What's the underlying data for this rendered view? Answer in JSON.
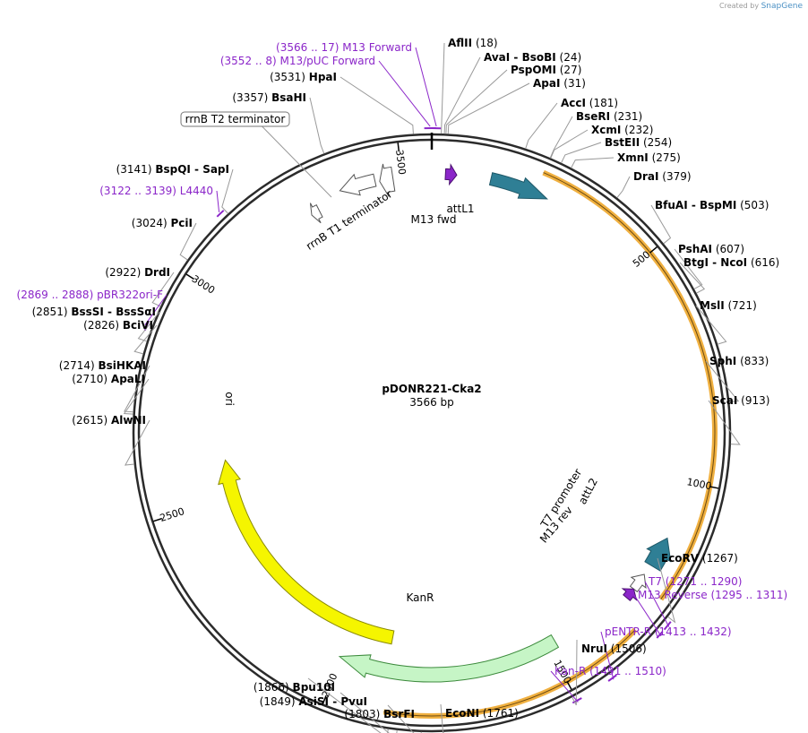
{
  "credit": {
    "prefix": "Created by",
    "brand": "SnapGene"
  },
  "plasmid": {
    "name": "pDONR221-Cka2",
    "length_text": "3566 bp",
    "length": 3566
  },
  "ticks": [
    {
      "pos": 500,
      "label": "500"
    },
    {
      "pos": 1000,
      "label": "1000"
    },
    {
      "pos": 1500,
      "label": "1500"
    },
    {
      "pos": 2000,
      "label": "2000"
    },
    {
      "pos": 2500,
      "label": "2500"
    },
    {
      "pos": 3000,
      "label": "3000"
    },
    {
      "pos": 3500,
      "label": "3500"
    }
  ],
  "enzymes_right": [
    {
      "name": "AflII",
      "pos": 18,
      "num": "(18)"
    },
    {
      "name": "AvaI",
      "extra": "BsoBI",
      "pos": 24,
      "num": "(24)"
    },
    {
      "name": "PspOMI",
      "pos": 27,
      "num": "(27)"
    },
    {
      "name": "ApaI",
      "pos": 31,
      "num": "(31)"
    },
    {
      "name": "AccI",
      "pos": 181,
      "num": "(181)"
    },
    {
      "name": "BseRI",
      "pos": 231,
      "num": "(231)"
    },
    {
      "name": "XcmI",
      "pos": 232,
      "num": "(232)"
    },
    {
      "name": "BstEII",
      "pos": 254,
      "num": "(254)"
    },
    {
      "name": "XmnI",
      "pos": 275,
      "num": "(275)"
    },
    {
      "name": "DraI",
      "pos": 379,
      "num": "(379)"
    },
    {
      "name": "BfuAI",
      "extra": "BspMI",
      "pos": 503,
      "num": "(503)"
    },
    {
      "name": "PshAI",
      "pos": 607,
      "num": "(607)"
    },
    {
      "name": "BtgI",
      "extra": "NcoI",
      "pos": 616,
      "num": "(616)"
    },
    {
      "name": "MslI",
      "pos": 721,
      "num": "(721)"
    },
    {
      "name": "SphI",
      "pos": 833,
      "num": "(833)"
    },
    {
      "name": "ScaI",
      "pos": 913,
      "num": "(913)"
    },
    {
      "name": "EcoRV",
      "pos": 1267,
      "num": "(1267)"
    },
    {
      "name": "NruI",
      "pos": 1506,
      "num": "(1506)"
    },
    {
      "name": "EcoNI",
      "pos": 1761,
      "num": "(1761)"
    }
  ],
  "enzymes_left": [
    {
      "name": "HpaI",
      "pos": 3531,
      "num": "(3531)"
    },
    {
      "name": "BsaHI",
      "pos": 3357,
      "num": "(3357)"
    },
    {
      "name": "BspQI",
      "extra": "SapI",
      "pos": 3141,
      "num": "(3141)"
    },
    {
      "name": "PciI",
      "pos": 3024,
      "num": "(3024)"
    },
    {
      "name": "DrdI",
      "pos": 2922,
      "num": "(2922)"
    },
    {
      "name": "BssSI",
      "extra": "BssSαI",
      "pos": 2851,
      "num": "(2851)"
    },
    {
      "name": "BciVI",
      "pos": 2826,
      "num": "(2826)"
    },
    {
      "name": "BsiHKAI",
      "pos": 2714,
      "num": "(2714)"
    },
    {
      "name": "ApaLI",
      "pos": 2710,
      "num": "(2710)"
    },
    {
      "name": "AlwNI",
      "pos": 2615,
      "num": "(2615)"
    },
    {
      "name": "Bpu10I",
      "pos": 1866,
      "num": "(1866)"
    },
    {
      "name": "AsiSI",
      "extra": "PvuI",
      "pos": 1849,
      "num": "(1849)"
    },
    {
      "name": "BsrFI",
      "pos": 1803,
      "num": "(1803)"
    }
  ],
  "primers": [
    {
      "name": "M13 Forward",
      "range": "(3566 .. 17)",
      "start": 3566,
      "end": 17,
      "side": "left"
    },
    {
      "name": "M13/pUC Forward",
      "range": "(3552 .. 8)",
      "start": 3552,
      "end": 8,
      "side": "left"
    },
    {
      "name": "L4440",
      "range": "(3122 .. 3139)",
      "start": 3122,
      "end": 3139,
      "side": "left"
    },
    {
      "name": "pBR322ori-F",
      "range": "(2869 .. 2888)",
      "start": 2869,
      "end": 2888,
      "side": "left"
    },
    {
      "name": "T7",
      "range": "(1271 .. 1290)",
      "start": 1271,
      "end": 1290,
      "side": "right"
    },
    {
      "name": "M13 Reverse",
      "range": "(1295 .. 1311)",
      "start": 1295,
      "end": 1311,
      "side": "right"
    },
    {
      "name": "pENTR-R",
      "range": "(1413 .. 1432)",
      "start": 1413,
      "end": 1432,
      "side": "right"
    },
    {
      "name": "Kan-R",
      "range": "(1491 .. 1510)",
      "start": 1491,
      "end": 1510,
      "side": "right"
    }
  ],
  "features": {
    "terminator_box": "rrnB T2 terminator",
    "rrnb_t1": "rrnB T1 terminator",
    "m13_fwd": "M13 fwd",
    "attl1": "attL1",
    "attl2": "attL2",
    "t7_promoter": "T7 promoter",
    "m13_rev": "M13 rev",
    "kanr": "KanR",
    "ori": "ori"
  },
  "colors": {
    "backbone": "#2b2b2b",
    "att": "#2f7f95",
    "ori": "#f5f500",
    "kanr": "#c6f5c6",
    "kanr_stroke": "#3c8a3c",
    "orange": "#f0b040",
    "primer": "#8b26c9",
    "promoter_white": "#ffffff"
  }
}
